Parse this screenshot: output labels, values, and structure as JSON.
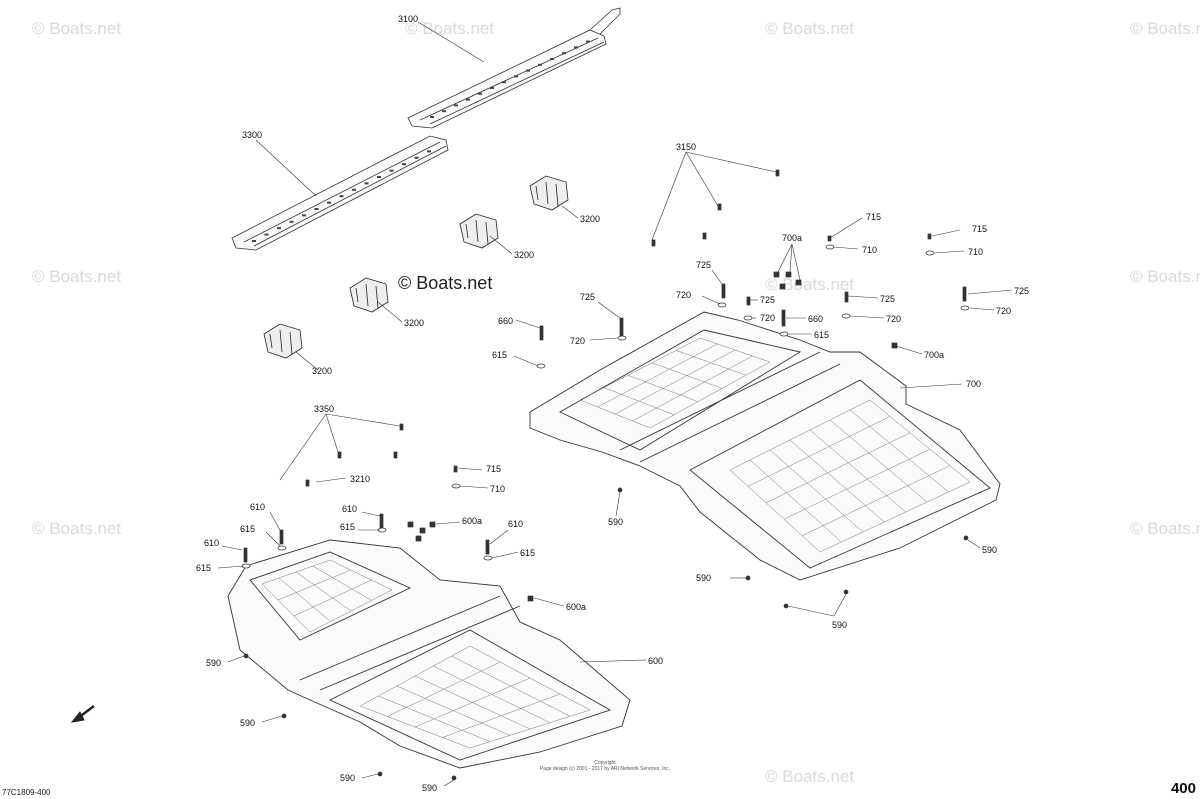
{
  "watermark_text": "© Boats.net",
  "brand_label": "© Boats.net",
  "diagram_code": "77C1809-400",
  "page_number": "400",
  "copyright": {
    "line1": "Copyright",
    "line2": "Page design (c) 2001 - 2017 by ARI Network Services, Inc."
  },
  "callouts": {
    "c3100": "3100",
    "c3300": "3300",
    "c3150": "3150",
    "c3200a": "3200",
    "c3200b": "3200",
    "c3200c": "3200",
    "c3200d": "3200",
    "c3350": "3350",
    "c3210": "3210",
    "c725a": "725",
    "c720a": "720",
    "c725b": "725",
    "c720b": "720",
    "c725c": "725",
    "c720c": "720",
    "c725d": "725",
    "c720d": "720",
    "c725e": "725",
    "c720e": "720",
    "c715a": "715",
    "c710a": "710",
    "c715b": "715",
    "c710b": "710",
    "c700a_top": "700a",
    "c700a_side": "700a",
    "c660a": "660",
    "c660b": "660",
    "c615a": "615",
    "c615b": "615",
    "c700": "700",
    "c590a": "590",
    "c590b": "590",
    "c590c": "590",
    "c590d": "590",
    "c590e": "590",
    "c590f": "590",
    "c590g": "590",
    "c590h": "590",
    "c715c": "715",
    "c710c": "710",
    "c610a": "610",
    "c615c": "615",
    "c610b": "610",
    "c615d": "615",
    "c610c": "610",
    "c615e": "615",
    "c610d": "610",
    "c615f": "615",
    "c600a_top": "600a",
    "c600a_side": "600a",
    "c600": "600"
  }
}
